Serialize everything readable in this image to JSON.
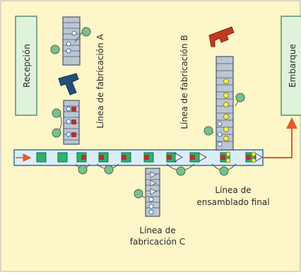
{
  "labels": {
    "reception": "Recepción",
    "shipping": "Embarque",
    "line_a": "Línea de fabricación A",
    "line_b": "Línea de fabricación B",
    "line_c_1": "Línea de",
    "line_c_2": "fabricación C",
    "final_1": "Línea de",
    "final_2": "ensamblado final"
  },
  "colors": {
    "background": "#fcf6c8",
    "box_fill": "#dff3dc",
    "box_stroke": "#5c8f6a",
    "conveyor_fill": "#dbeef8",
    "conveyor_stroke": "#3a6ea5",
    "column_fill": "#bcc6d3",
    "column_stroke": "#4a5567",
    "green_part": "#2cb36b",
    "red_part": "#b3322d",
    "yellow_part": "#f4f04a",
    "worker": "#7cbf8f",
    "arrow": "#e05a2c",
    "robot_a": "#234f78",
    "robot_b": "#c13a23"
  }
}
